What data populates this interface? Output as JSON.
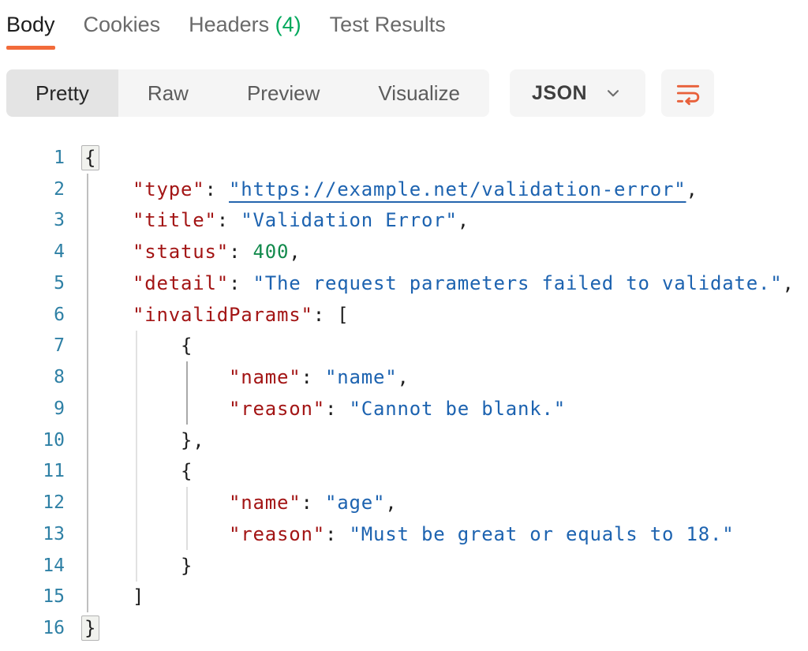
{
  "tabs": {
    "items": [
      {
        "label": "Body",
        "active": true
      },
      {
        "label": "Cookies",
        "active": false
      },
      {
        "label": "Headers",
        "count": "(4)",
        "active": false
      },
      {
        "label": "Test Results",
        "active": false
      }
    ]
  },
  "toolbar": {
    "views": [
      "Pretty",
      "Raw",
      "Preview",
      "Visualize"
    ],
    "selected_view": "Pretty",
    "language": "JSON",
    "chevron_icon": "chevron-down-icon",
    "wrap_icon": "wrap-text-icon"
  },
  "editor": {
    "lines": [
      {
        "num": "1",
        "tokens": [
          [
            "m",
            "{"
          ]
        ]
      },
      {
        "num": "2",
        "tokens": [
          [
            "p",
            "    "
          ],
          [
            "k",
            "\"type\""
          ],
          [
            "p",
            ": "
          ],
          [
            "l",
            "\"https://example.net/validation-error\""
          ],
          [
            "p",
            ","
          ]
        ]
      },
      {
        "num": "3",
        "tokens": [
          [
            "p",
            "    "
          ],
          [
            "k",
            "\"title\""
          ],
          [
            "p",
            ": "
          ],
          [
            "s",
            "\"Validation Error\""
          ],
          [
            "p",
            ","
          ]
        ]
      },
      {
        "num": "4",
        "tokens": [
          [
            "p",
            "    "
          ],
          [
            "k",
            "\"status\""
          ],
          [
            "p",
            ": "
          ],
          [
            "n",
            "400"
          ],
          [
            "p",
            ","
          ]
        ]
      },
      {
        "num": "5",
        "tokens": [
          [
            "p",
            "    "
          ],
          [
            "k",
            "\"detail\""
          ],
          [
            "p",
            ": "
          ],
          [
            "s",
            "\"The request parameters failed to validate.\""
          ],
          [
            "p",
            ","
          ]
        ]
      },
      {
        "num": "6",
        "tokens": [
          [
            "p",
            "    "
          ],
          [
            "k",
            "\"invalidParams\""
          ],
          [
            "p",
            ": ["
          ]
        ]
      },
      {
        "num": "7",
        "tokens": [
          [
            "p",
            "        {"
          ]
        ]
      },
      {
        "num": "8",
        "tokens": [
          [
            "p",
            "            "
          ],
          [
            "k",
            "\"name\""
          ],
          [
            "p",
            ": "
          ],
          [
            "s",
            "\"name\""
          ],
          [
            "p",
            ","
          ]
        ]
      },
      {
        "num": "9",
        "tokens": [
          [
            "p",
            "            "
          ],
          [
            "k",
            "\"reason\""
          ],
          [
            "p",
            ": "
          ],
          [
            "s",
            "\"Cannot be blank.\""
          ]
        ]
      },
      {
        "num": "10",
        "tokens": [
          [
            "p",
            "        },"
          ]
        ]
      },
      {
        "num": "11",
        "tokens": [
          [
            "p",
            "        {"
          ]
        ]
      },
      {
        "num": "12",
        "tokens": [
          [
            "p",
            "            "
          ],
          [
            "k",
            "\"name\""
          ],
          [
            "p",
            ": "
          ],
          [
            "s",
            "\"age\""
          ],
          [
            "p",
            ","
          ]
        ]
      },
      {
        "num": "13",
        "tokens": [
          [
            "p",
            "            "
          ],
          [
            "k",
            "\"reason\""
          ],
          [
            "p",
            ": "
          ],
          [
            "s",
            "\"Must be great or equals to 18.\""
          ]
        ]
      },
      {
        "num": "14",
        "tokens": [
          [
            "p",
            "        }"
          ]
        ]
      },
      {
        "num": "15",
        "tokens": [
          [
            "p",
            "    ]"
          ]
        ]
      },
      {
        "num": "16",
        "tokens": [
          [
            "m",
            "}"
          ]
        ]
      }
    ]
  },
  "colors": {
    "accent_orange": "#f26b3a",
    "count_green": "#00a85c",
    "key_red": "#a31515",
    "string_blue": "#1d63b0",
    "number_green": "#128a4c",
    "line_number_teal": "#2e80a5",
    "toolbar_bg": "#f5f5f5",
    "selected_segment_bg": "#e4e4e4"
  }
}
